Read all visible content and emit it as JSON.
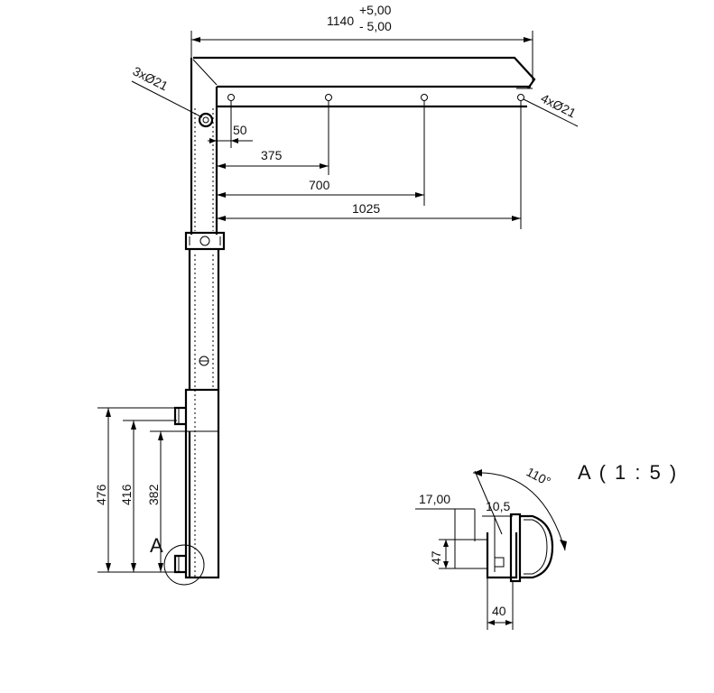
{
  "top_dimension": {
    "value": "1140",
    "tol_plus": "+5,00",
    "tol_minus": "- 5,00"
  },
  "holes_left": "3xØ21",
  "holes_right": "4xØ21",
  "horizontal_dims": [
    "50",
    "375",
    "700",
    "1025"
  ],
  "vertical_dims": [
    "476",
    "416",
    "382"
  ],
  "detail_marker": "A",
  "detail": {
    "title": "A ( 1 : 5 )",
    "angle": "110°",
    "dim_17": "17,00",
    "dim_10_5": "10,5",
    "dim_47": "47",
    "dim_40": "40"
  }
}
